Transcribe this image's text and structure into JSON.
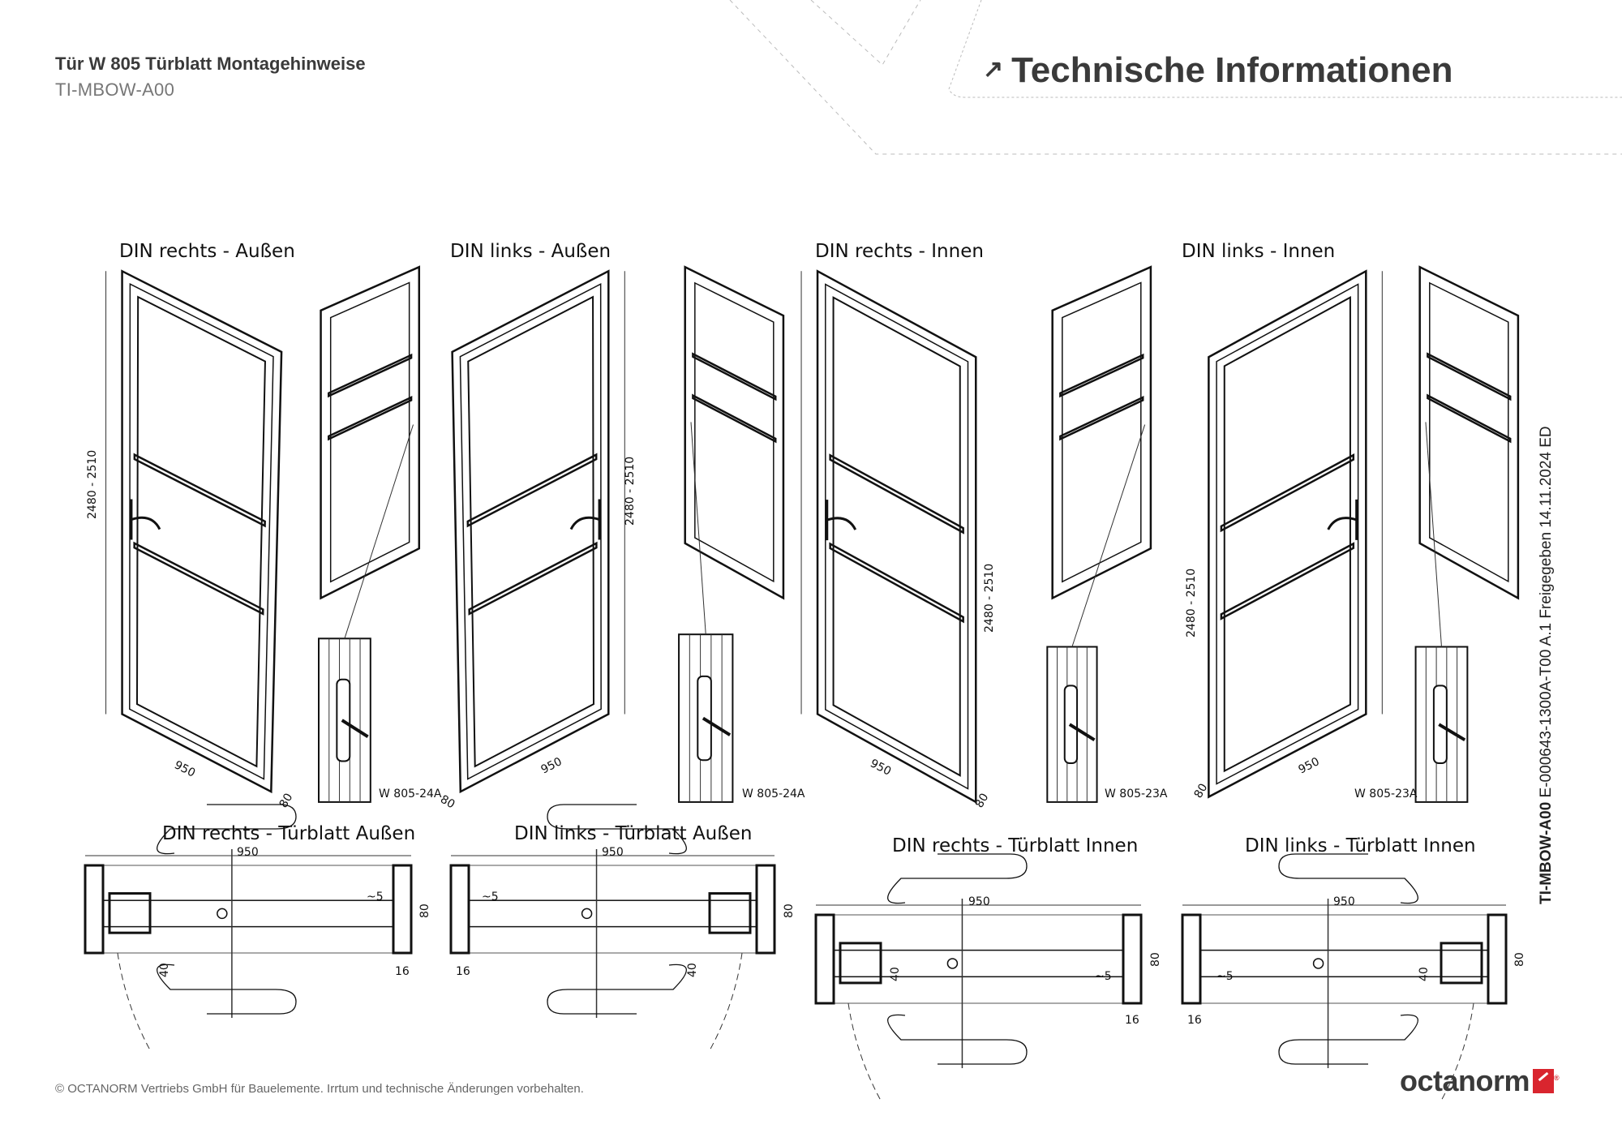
{
  "header": {
    "title": "Tür W 805 Türblatt Montagehinweise",
    "code": "TI-MBOW-A00",
    "section_arrow": "↗",
    "section_title": "Technische Informationen"
  },
  "views": [
    {
      "label": "DIN rechts - Außen",
      "height_dim": "2480 - 2510",
      "width_dim": "950",
      "depth_dim": "80",
      "detail_part": "W 805-24A"
    },
    {
      "label": "DIN links - Außen",
      "height_dim": "2480 - 2510",
      "width_dim": "950",
      "depth_dim": "80",
      "detail_part": "W 805-24A"
    },
    {
      "label": "DIN rechts - Innen",
      "height_dim": "2480 - 2510",
      "width_dim": "950",
      "depth_dim": "80",
      "detail_part": "W 805-23A"
    },
    {
      "label": "DIN links - Innen",
      "height_dim": "2480 - 2510",
      "width_dim": "950",
      "depth_dim": "80",
      "detail_part": "W 805-23A"
    }
  ],
  "plans": [
    {
      "label": "DIN rechts - Türblatt Außen",
      "width": "950",
      "gap": "~5",
      "depth": "80",
      "offset": "40",
      "profile": "16"
    },
    {
      "label": "DIN links - Türblatt Außen",
      "width": "950",
      "gap": "~5",
      "depth": "80",
      "offset": "40",
      "profile": "16"
    },
    {
      "label": "DIN rechts - Türblatt Innen",
      "width": "950",
      "gap": "~5",
      "depth": "80",
      "offset": "40",
      "profile": "16"
    },
    {
      "label": "DIN links - Türblatt Innen",
      "width": "950",
      "gap": "~5",
      "depth": "80",
      "offset": "40",
      "profile": "16"
    }
  ],
  "revision": {
    "code": "TI-MBOW-A00",
    "text": "E-000643-1300A-T00 A.1 Freigegeben 14.11.2024 ED"
  },
  "footer": {
    "copyright": "© OCTANORM Vertriebs GmbH für Bauelemente. Irrtum und technische Änderungen vorbehalten.",
    "logo": "octanorm",
    "logo_reg": "®"
  },
  "colors": {
    "brand_red": "#d9252e",
    "text": "#3a3a3a"
  }
}
